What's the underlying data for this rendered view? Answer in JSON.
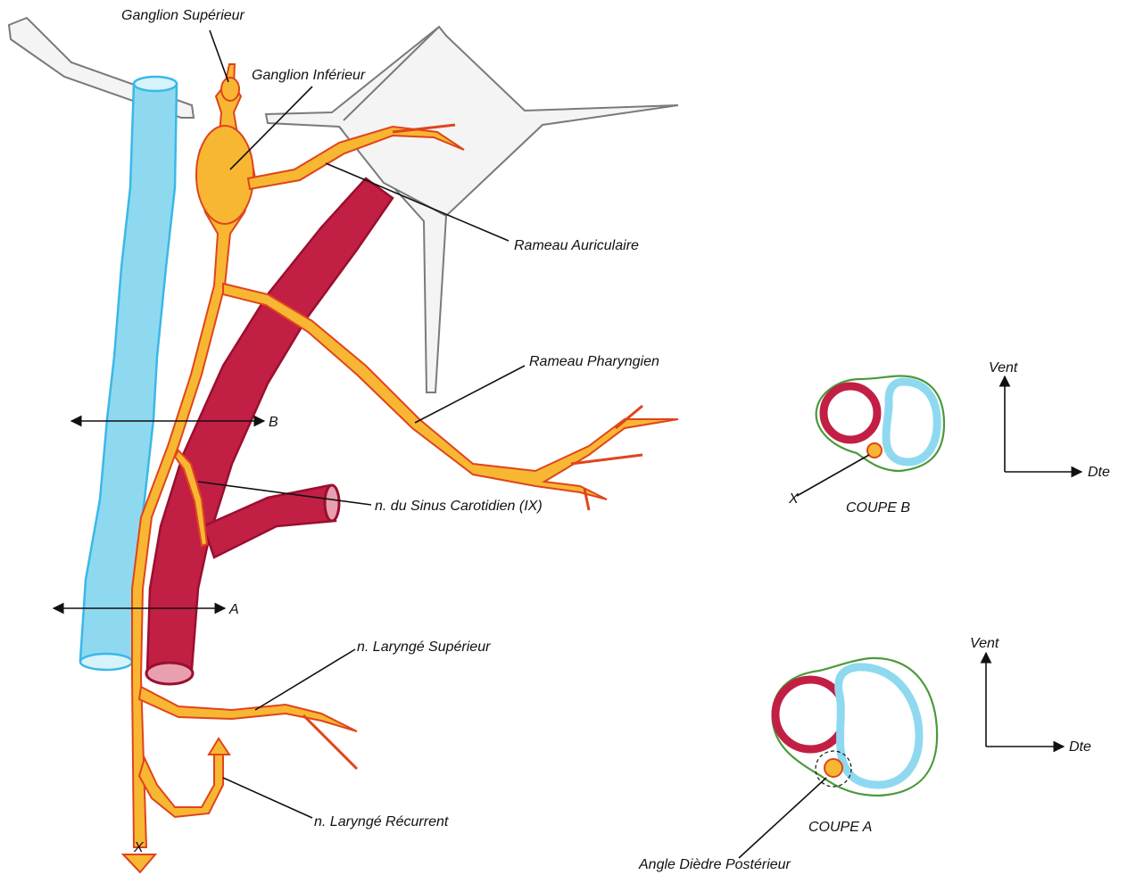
{
  "colors": {
    "nerve_fill": "#f7b733",
    "nerve_outline": "#e0441c",
    "vein_fill": "#8fd9f0",
    "vein_outline": "#3ab8e8",
    "artery_fill": "#c21f45",
    "artery_outline": "#9a0f2e",
    "sheath": "#4a9a3a",
    "bone_stroke": "#7a7a7a",
    "leader": "#111111"
  },
  "labels": {
    "ganglion_superieur": "Ganglion Supérieur",
    "ganglion_inferieur": "Ganglion Inférieur",
    "rameau_auriculaire": "Rameau Auriculaire",
    "rameau_pharyngien": "Rameau Pharyngien",
    "sinus_carotidien": "n. du Sinus Carotidien (IX)",
    "larynge_superieur": "n. Laryngé Supérieur",
    "larynge_recurrent": "n. Laryngé Récurrent",
    "cut_b_marker": "B",
    "cut_a_marker": "A",
    "x_marker_main": "X"
  },
  "coupe_b": {
    "title": "COUPE B",
    "vent": "Vent",
    "dte": "Dte",
    "x_label": "X"
  },
  "coupe_a": {
    "title": "COUPE A",
    "vent": "Vent",
    "dte": "Dte",
    "angle_label": "Angle Dièdre Postérieur"
  },
  "icons": {
    "double_arrow": "double-headed-arrow-icon",
    "axis_arrow": "axis-arrow-icon"
  }
}
